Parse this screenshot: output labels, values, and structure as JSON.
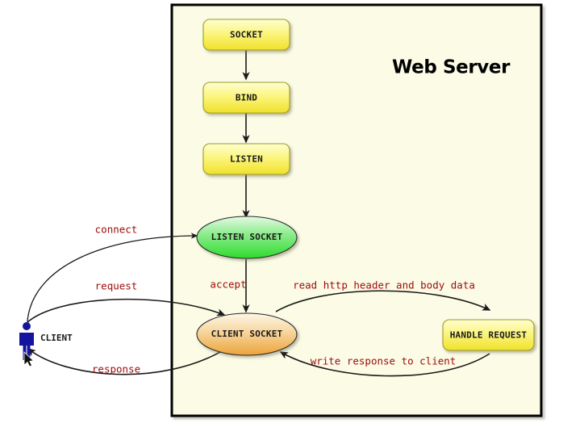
{
  "diagram": {
    "title": "Web Server",
    "frame_label": "Web Server",
    "background_color": "#fbfbe6",
    "page_background": "#ffffff",
    "edge_label_color": "#a00d0d",
    "stroke_color": "#1a1a1a",
    "actor": {
      "label": "CLIENT",
      "icon": "person-icon",
      "color": "#1414a0",
      "cursor_icon": "cursor-arrow-icon"
    },
    "nodes": [
      {
        "id": "socket",
        "label": "SOCKET",
        "shape": "rounded-rect",
        "fill_top": "#fdfdbe",
        "fill_bottom": "#f2e632"
      },
      {
        "id": "bind",
        "label": "BIND",
        "shape": "rounded-rect",
        "fill_top": "#fdfdbe",
        "fill_bottom": "#f2e632"
      },
      {
        "id": "listen",
        "label": "LISTEN",
        "shape": "rounded-rect",
        "fill_top": "#fdfdbe",
        "fill_bottom": "#f2e632"
      },
      {
        "id": "listen_socket",
        "label": "LISTEN SOCKET",
        "shape": "ellipse",
        "fill_top": "#ddf8dd",
        "fill_bottom": "#3ae03a"
      },
      {
        "id": "client_socket",
        "label": "CLIENT SOCKET",
        "shape": "ellipse",
        "fill_top": "#fbf3df",
        "fill_bottom": "#efa840"
      },
      {
        "id": "handle_request",
        "label": "HANDLE REQUEST",
        "shape": "rounded-rect",
        "fill_top": "#fdfdbe",
        "fill_bottom": "#f2e632"
      }
    ],
    "edges": [
      {
        "id": "e-socket-bind",
        "label": "",
        "from": "socket",
        "to": "bind"
      },
      {
        "id": "e-bind-listen",
        "label": "",
        "from": "bind",
        "to": "listen"
      },
      {
        "id": "e-listen-listensocket",
        "label": "",
        "from": "listen",
        "to": "listen_socket"
      },
      {
        "id": "e-accept",
        "label": "accept",
        "from": "listen_socket",
        "to": "client_socket"
      },
      {
        "id": "e-connect",
        "label": "connect",
        "from": "client",
        "to": "listen_socket"
      },
      {
        "id": "e-request",
        "label": "request",
        "from": "client",
        "to": "client_socket"
      },
      {
        "id": "e-response",
        "label": "response",
        "from": "client_socket",
        "to": "client"
      },
      {
        "id": "e-read",
        "label": "read http header and body data",
        "from": "client_socket",
        "to": "handle_request"
      },
      {
        "id": "e-write",
        "label": "write response to client",
        "from": "handle_request",
        "to": "client_socket"
      }
    ]
  }
}
